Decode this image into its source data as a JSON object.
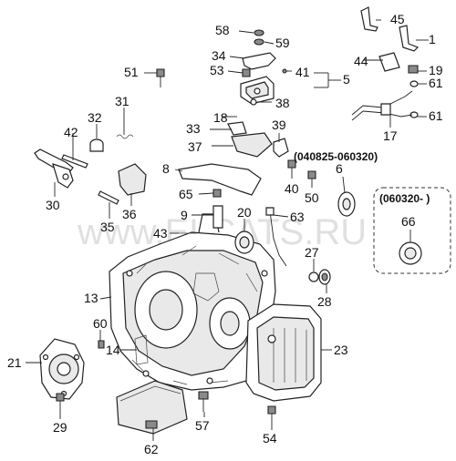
{
  "watermark": "www.ELCATS.RU",
  "date_range_label": "(040825-060320)",
  "inset_label": "(060320- )",
  "callouts": {
    "c1": "1",
    "c5": "5",
    "c6": "6",
    "c8": "8",
    "c9": "9",
    "c13": "13",
    "c14": "14",
    "c17": "17",
    "c18": "18",
    "c19": "19",
    "c20": "20",
    "c21": "21",
    "c23": "23",
    "c27": "27",
    "c28": "28",
    "c29": "29",
    "c30": "30",
    "c31": "31",
    "c32": "32",
    "c33": "33",
    "c34": "34",
    "c35": "35",
    "c36": "36",
    "c37": "37",
    "c38": "38",
    "c39": "39",
    "c40": "40",
    "c41": "41",
    "c42": "42",
    "c43": "43",
    "c44": "44",
    "c45": "45",
    "c50": "50",
    "c51": "51",
    "c53": "53",
    "c54": "54",
    "c57": "57",
    "c58": "58",
    "c59": "59",
    "c60": "60",
    "c61a": "61",
    "c61b": "61",
    "c62": "62",
    "c63": "63",
    "c65": "65",
    "c66": "66"
  }
}
